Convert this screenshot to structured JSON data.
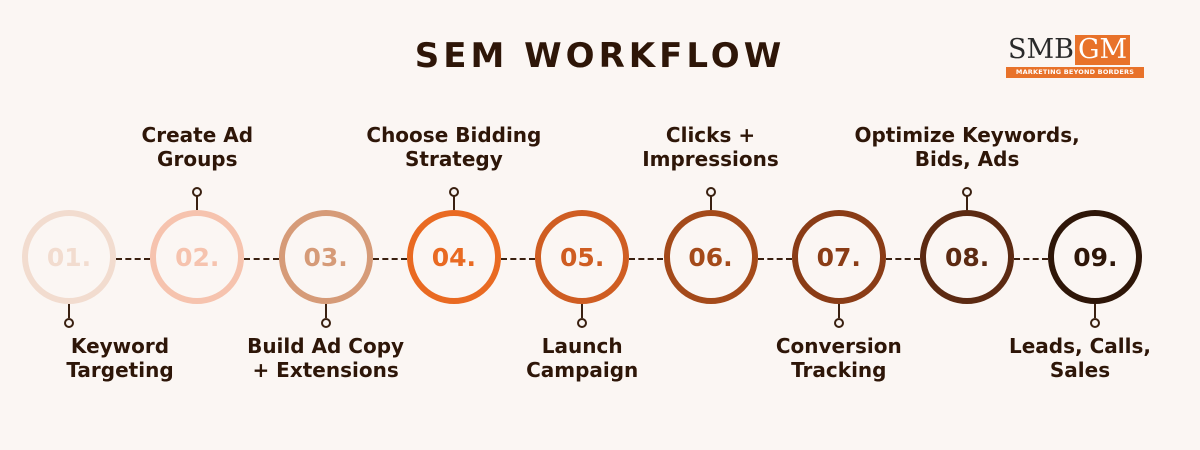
{
  "title": "SEM WORKFLOW",
  "logo": {
    "text_left": "SMB",
    "text_right": "GM",
    "tagline": "MARKETING BEYOND BORDERS",
    "accent": "#e8722a"
  },
  "steps": [
    {
      "number": "01.",
      "label": "Keyword\nTargeting",
      "label_position": "below",
      "ring_color": "#f2dccf",
      "number_color": "#f2dccf"
    },
    {
      "number": "02.",
      "label": "Create Ad\nGroups",
      "label_position": "above",
      "ring_color": "#f6c3ae",
      "number_color": "#f6c3ae"
    },
    {
      "number": "03.",
      "label": "Build Ad Copy\n+ Extensions",
      "label_position": "below",
      "ring_color": "#d69b78",
      "number_color": "#d69b78"
    },
    {
      "number": "04.",
      "label": "Choose Bidding\nStrategy",
      "label_position": "above",
      "ring_color": "#e96a22",
      "number_color": "#e96a22"
    },
    {
      "number": "05.",
      "label": "Launch\nCampaign",
      "label_position": "below",
      "ring_color": "#cf5d22",
      "number_color": "#cf5d22"
    },
    {
      "number": "06.",
      "label": "Clicks +\nImpressions",
      "label_position": "above",
      "ring_color": "#a44a1a",
      "number_color": "#a44a1a"
    },
    {
      "number": "07.",
      "label": "Conversion\nTracking",
      "label_position": "below",
      "ring_color": "#8a3c16",
      "number_color": "#8a3c16"
    },
    {
      "number": "08.",
      "label": "Optimize Keywords,\nBids, Ads",
      "label_position": "above",
      "ring_color": "#5c2a12",
      "number_color": "#5c2a12"
    },
    {
      "number": "09.",
      "label": "Leads, Calls,\nSales",
      "label_position": "below",
      "ring_color": "#2e1608",
      "number_color": "#2e1608"
    }
  ],
  "colors": {
    "background": "#fbf6f3",
    "text": "#2e1608",
    "connector": "#3a2010"
  }
}
